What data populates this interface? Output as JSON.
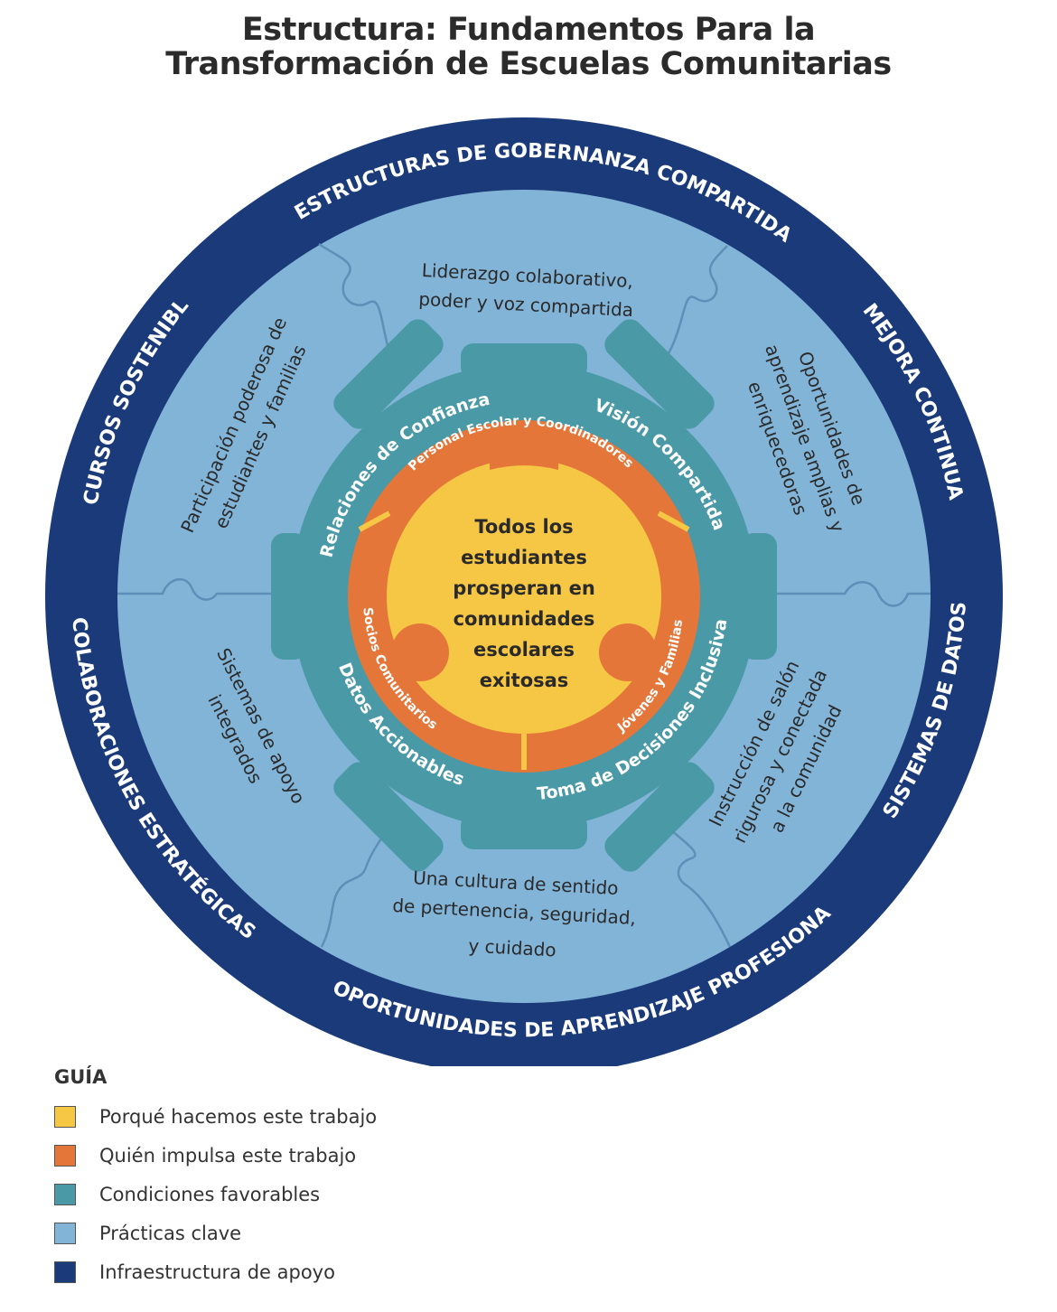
{
  "title": {
    "line1": "Estructura: Fundamentos Para la",
    "line2": "Transformación de Escuelas Comunitarias"
  },
  "colors": {
    "yellow": "#f6c744",
    "orange": "#e5763a",
    "teal": "#4a99a6",
    "light_blue": "#82b4d8",
    "navy": "#1b3a7a"
  },
  "center": {
    "lines": [
      "Todos los",
      "estudiantes",
      "prosperan en",
      "comunidades",
      "escolares",
      "exitosas"
    ]
  },
  "drivers": {
    "personal": "Personal Escolar y Coordinadores",
    "socios": "Socios Comunitarios",
    "jovenes": "Jóvenes y Familias"
  },
  "conditions": {
    "relaciones": "Relaciones de Confianza",
    "vision": "Visión Compartida",
    "toma": "Toma de Decisiones Inclusiva",
    "datos": "Datos Accionables"
  },
  "practices": {
    "liderazgo": [
      "Liderazgo colaborativo,",
      "poder y voz compartida"
    ],
    "oportunidades": [
      "Oportunidades de",
      "aprendizaje amplias y",
      "enriquecedoras"
    ],
    "instruccion": [
      "Instrucción de salón",
      "rigurosa y conectada",
      "a la comunidad"
    ],
    "cultura": [
      "Una cultura de sentido",
      "de pertenencia, seguridad,",
      "y cuidado"
    ],
    "sistemas": [
      "Sistemas de apoyo",
      "integrados"
    ],
    "participacion": [
      "Participación poderosa de",
      "estudiantes y familias"
    ]
  },
  "infrastructure": {
    "gobernanza": "ESTRUCTURAS DE GOBERNANZA COMPARTIDA",
    "mejora": "MEJORA CONTINUA",
    "sistemas_datos": "SISTEMAS DE DATOS",
    "aprendizaje": "OPORTUNIDADES DE APRENDIZAJE PROFESIONAL",
    "colaboraciones": "COLABORACIONES ESTRATÉGICAS",
    "recursos": "RECURSOS SOSTENIBLES"
  },
  "legend": {
    "heading": "GUÍA",
    "items": [
      {
        "label": "Porqué hacemos este trabajo",
        "color": "#f6c744"
      },
      {
        "label": "Quién impulsa este trabajo",
        "color": "#e5763a"
      },
      {
        "label": "Condiciones favorables",
        "color": "#4a99a6"
      },
      {
        "label": "Prácticas clave",
        "color": "#82b4d8"
      },
      {
        "label": "Infraestructura de apoyo",
        "color": "#1b3a7a"
      }
    ]
  }
}
